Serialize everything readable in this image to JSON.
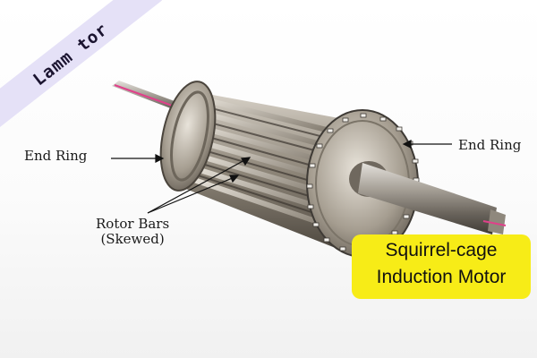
{
  "brand": {
    "text": "Lamm tor"
  },
  "labels": {
    "end_ring_left": "End Ring",
    "end_ring_right": "End Ring",
    "rotor_bars_line1": "Rotor Bars",
    "rotor_bars_line2": "(Skewed)"
  },
  "callout": {
    "line1": "Squirrel-cage",
    "line2": "Induction Motor"
  },
  "colors": {
    "callout_bg": "#f7ec17",
    "brand_ribbon": "#e5e1f7",
    "shaft_stripe": "#e0408a"
  }
}
